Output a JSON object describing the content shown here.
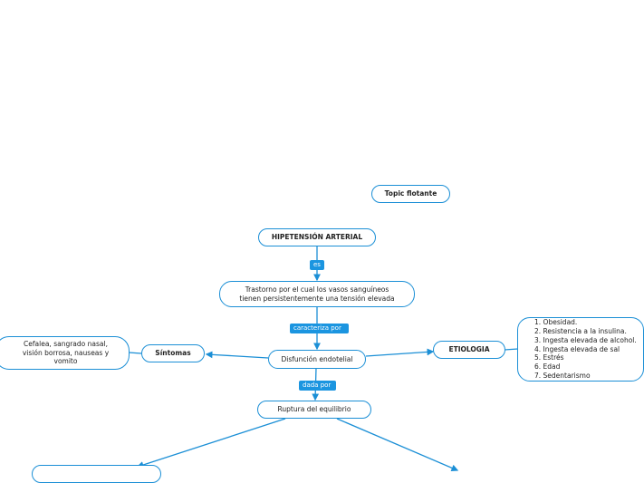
{
  "nodes": {
    "topic_flotante": "Topic flotante",
    "hipertension": "HIPETENSIÓN ARTERIAL",
    "trastorno": "Trastorno por el cual los vasos sanguíneos tienen persistentemente una tensión elevada",
    "disfuncion": "Disfunción  endotelial",
    "sintomas": "Síntomas",
    "sintomas_detalle": "Cefalea, sangrado nasal, visión borrosa, nauseas y vomito",
    "etiologia": "ETIOLOGIA",
    "ruptura": "Ruptura del equilibrio"
  },
  "etiologia_items": [
    "1. Obesidad.",
    "2. Resistencia a la insulina.",
    "3. Ingesta elevada de alcohol.",
    "4. Ingesta elevada de sal",
    "5. Estrés",
    "6. Edad",
    "7. Sedentarismo"
  ],
  "links": {
    "es": "es",
    "caracteriza": "caracteriza por",
    "dada": "dada por"
  },
  "colors": {
    "accent": "#1b8fd6",
    "tag": "#1b95e0"
  }
}
